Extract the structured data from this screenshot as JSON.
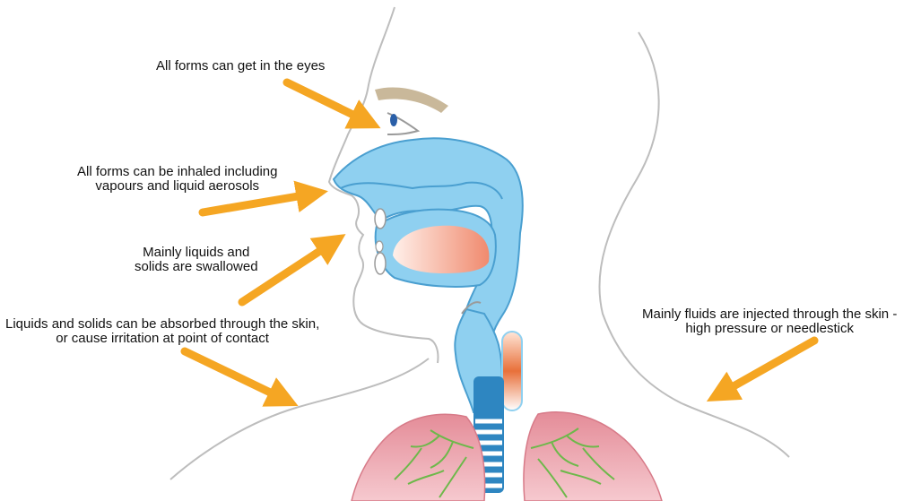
{
  "labels": {
    "eyes": {
      "line1": "All forms can get in the eyes"
    },
    "inhaled": {
      "line1": "All forms can be inhaled including",
      "line2": "vapours and liquid aerosols"
    },
    "swallowed": {
      "line1": "Mainly liquids and",
      "line2": "solids are swallowed"
    },
    "skin_absorbed": {
      "line1": "Liquids and solids can be absorbed through the skin,",
      "line2": "or cause irritation at point of contact"
    },
    "injected": {
      "line1": "Mainly fluids are injected through the skin -",
      "line2": "high pressure or needlestick"
    }
  },
  "colors": {
    "arrow": "#F5A623",
    "airway": "#8FD0F0",
    "airway_stroke": "#4A9FD0",
    "outline": "#BDBDBD",
    "lung": "#E8A5B0",
    "bronchi": "#6DB84A",
    "eyebrow": "#C9B89A",
    "tongue": "#F2B8A8",
    "esophagus": "#E8703A"
  }
}
